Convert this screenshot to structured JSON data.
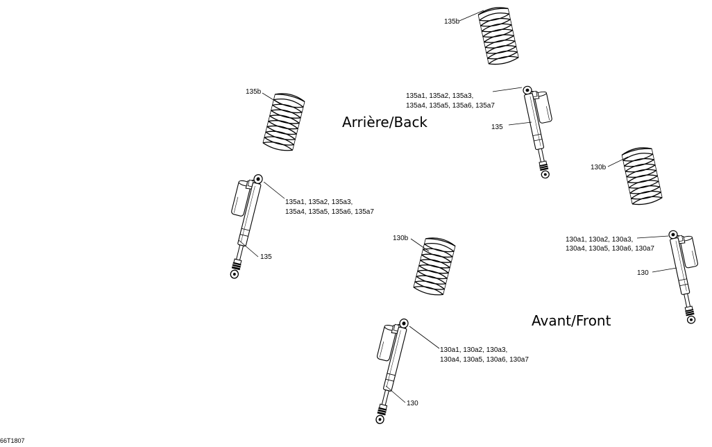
{
  "figure_code": "66T1807",
  "section_labels": {
    "rear": "Arrière/Back",
    "front": "Avant/Front"
  },
  "callouts": {
    "spring_rear": "135b",
    "spring_front": "130b",
    "shock_rear": "135",
    "shock_front": "130",
    "parts_rear_line1": "135a1, 135a2, 135a3,",
    "parts_rear_line2": "135a4, 135a5, 135a6, 135a7",
    "parts_front_line1": "130a1, 130a2, 130a3,",
    "parts_front_line2": "130a4, 130a5, 130a6, 130a7"
  }
}
